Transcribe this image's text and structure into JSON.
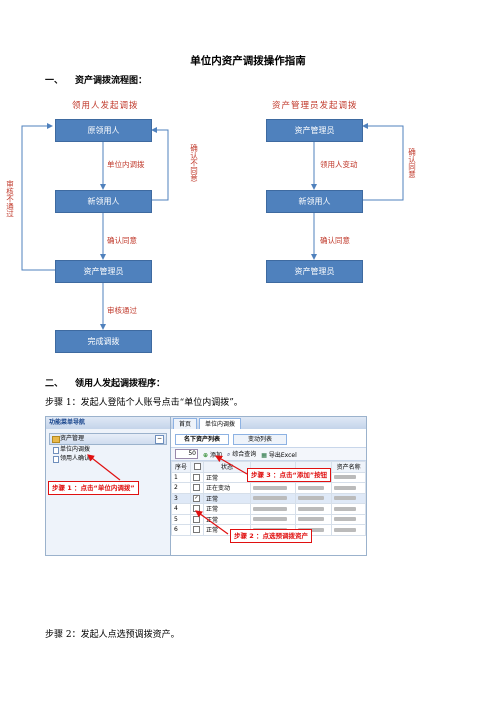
{
  "doc": {
    "title": "单位内资产调拨操作指南",
    "section1": {
      "num": "一、",
      "title": "资产调拨流程图："
    },
    "section2": {
      "num": "二、",
      "title": "领用人发起调拨程序："
    },
    "step1": "步骤 1：发起人登陆个人账号点击“单位内调拨”。",
    "step2": "步骤 2：发起人点选预调拨资产。"
  },
  "flow_left": {
    "title": "领用人发起调拨",
    "boxes": [
      "原领用人",
      "新领用人",
      "资产管理员",
      "完成调拨"
    ],
    "edge_labels": [
      "单位内调拨",
      "确认同意",
      "审核通过"
    ],
    "side_right": "确认不同意",
    "side_left": "审核不通过"
  },
  "flow_right": {
    "title": "资产管理员发起调拨",
    "boxes": [
      "资产管理员",
      "新领用人",
      "资产管理员"
    ],
    "edge_labels": [
      "领用人变动",
      "确认同意"
    ],
    "side_right": "确认同意"
  },
  "screenshot": {
    "left_panel_title": "功能菜单导航",
    "group": "资产管理",
    "items": [
      "单位内调拨",
      "领用人确认"
    ],
    "tabs": [
      "首页",
      "单位内调拨"
    ],
    "subtabs": [
      "名下资产列表",
      "变动列表"
    ],
    "page_size": "50",
    "toolbar": [
      "添加",
      "综合查询",
      "导出Excel"
    ],
    "columns": {
      "no": "序号",
      "status": "状态",
      "name": "资产名称"
    },
    "rows": [
      {
        "no": "1",
        "status": "正常"
      },
      {
        "no": "2",
        "status": "正在变动"
      },
      {
        "no": "3",
        "status": "正常"
      },
      {
        "no": "4",
        "status": "正常"
      },
      {
        "no": "5",
        "status": "正常"
      },
      {
        "no": "6",
        "status": "正常"
      }
    ],
    "callouts": {
      "step1": "步骤 1 ：点击“单位内调拨”",
      "step2": "步骤 2 ：点选预调拨资产",
      "step3": "步骤 3 ：点击“添加”按钮"
    }
  },
  "colors": {
    "box": "#4f81bd",
    "accent": "#c0392b",
    "callout": "#e01010"
  }
}
